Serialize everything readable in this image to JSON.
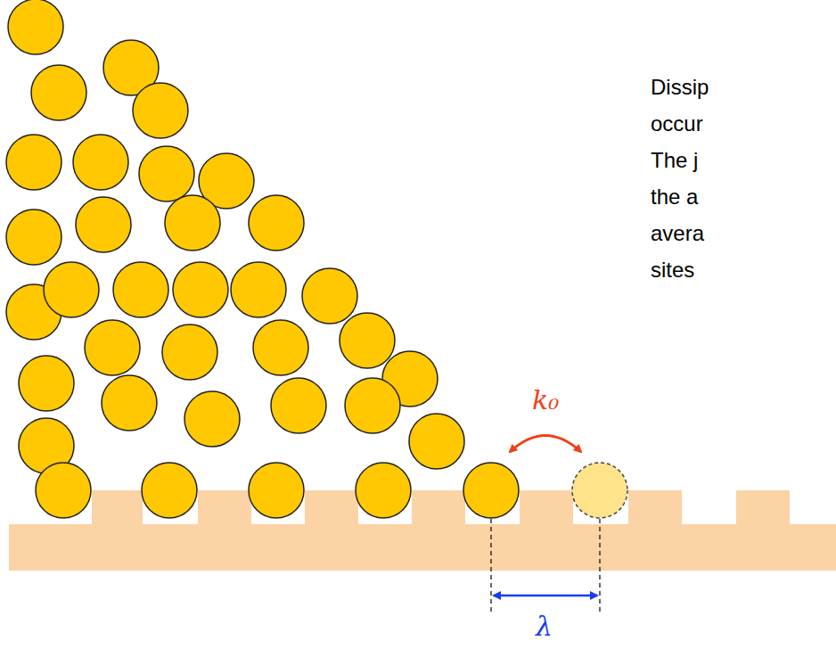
{
  "diagram": {
    "labels": [
      "Dissip",
      "occur",
      "The j",
      "the a",
      "avera",
      "sites",
      "k₀",
      "λ"
    ]
  }
}
